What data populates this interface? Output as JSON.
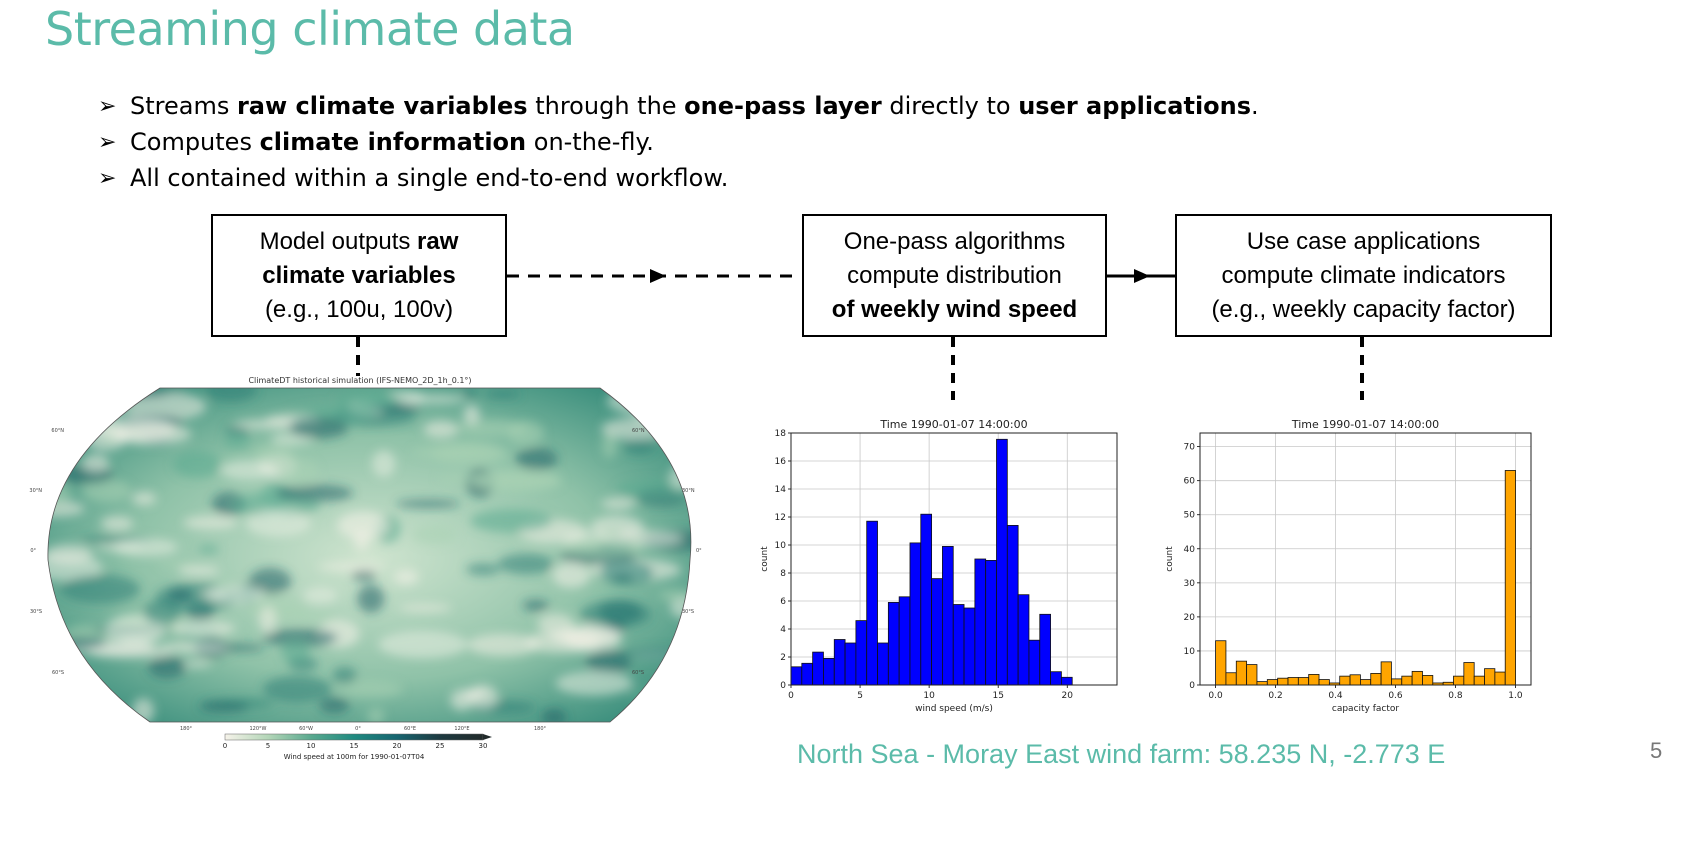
{
  "slide": {
    "title": "Streaming climate data",
    "page_number": "5",
    "accent_color": "#5bbba9",
    "bullets": [
      {
        "icon": "arrow-bullet-icon",
        "segments": [
          {
            "text": "Streams ",
            "bold": false
          },
          {
            "text": "raw climate variables",
            "bold": true
          },
          {
            "text": " through the ",
            "bold": false
          },
          {
            "text": "one-pass layer",
            "bold": true
          },
          {
            "text": " directly to ",
            "bold": false
          },
          {
            "text": "user applications",
            "bold": true
          },
          {
            "text": ".",
            "bold": false
          }
        ]
      },
      {
        "icon": "arrow-bullet-icon",
        "segments": [
          {
            "text": "Computes ",
            "bold": false
          },
          {
            "text": "climate information",
            "bold": true
          },
          {
            "text": " on-the-fly.",
            "bold": false
          }
        ]
      },
      {
        "icon": "arrow-bullet-icon",
        "segments": [
          {
            "text": "All contained within a single end-to-end workflow.",
            "bold": false
          }
        ]
      }
    ],
    "footer": "North Sea - Moray East wind farm: 58.235 N, -2.773 E"
  },
  "workflow": {
    "boxes": [
      {
        "line1a": "Model outputs ",
        "line1b": "raw",
        "line2": "climate variables",
        "line3": "(e.g., 100u, 100v)"
      },
      {
        "line1": "One-pass algorithms",
        "line2": "compute distribution",
        "line3": "of weekly wind speed"
      },
      {
        "line1": "Use case applications",
        "line2": "compute climate indicators",
        "line3": "(e.g., weekly capacity factor)"
      }
    ]
  },
  "map": {
    "title": "ClimateDT historical simulation (IFS-NEMO_2D_1h_0.1°)",
    "lat_labels": [
      "60°N",
      "30°N",
      "0°",
      "30°S",
      "60°S"
    ],
    "lon_labels": [
      "180°",
      "120°W",
      "60°W",
      "0°",
      "60°E",
      "120°E",
      "180°"
    ],
    "colorbar": {
      "label": "Wind speed at 100m for 1990-01-07T04",
      "ticks": [
        "0",
        "5",
        "10",
        "15",
        "20",
        "25",
        "30"
      ],
      "range": [
        0,
        30
      ],
      "colors": [
        "#f6f3ea",
        "#b4d6b8",
        "#5aa98f",
        "#1f8a80",
        "#176570",
        "#1d3a40",
        "#222b2b"
      ]
    }
  },
  "chart_data": [
    {
      "type": "bar",
      "subtype": "histogram",
      "title": "Time 1990-01-07 14:00:00",
      "xlabel": "wind speed (m/s)",
      "ylabel": "count",
      "bin_start": 0,
      "bin_width": 0.783,
      "values": [
        1.3,
        1.55,
        2.35,
        1.9,
        3.25,
        3.0,
        4.6,
        11.7,
        3.0,
        5.9,
        6.3,
        10.15,
        12.2,
        7.6,
        9.9,
        5.75,
        5.5,
        9.0,
        8.9,
        17.55,
        11.4,
        6.45,
        3.2,
        5.05,
        0.95,
        0.55,
        0,
        0,
        0
      ],
      "xlim": [
        0,
        23.6
      ],
      "ylim": [
        0,
        18
      ],
      "xticks": [
        0,
        5,
        10,
        15,
        20
      ],
      "yticks": [
        0,
        2,
        4,
        6,
        8,
        10,
        12,
        14,
        16,
        18
      ],
      "color": "#0000ff",
      "grid": true
    },
    {
      "type": "bar",
      "subtype": "histogram",
      "title": "Time 1990-01-07 14:00:00",
      "xlabel": "capacity factor",
      "ylabel": "count",
      "bin_start": 0,
      "bin_width": 0.0345,
      "values": [
        13,
        3.6,
        7,
        6,
        1,
        1.6,
        2,
        2.2,
        2.2,
        3.1,
        1.6,
        0.6,
        2.6,
        3,
        1.6,
        3.4,
        6.8,
        1.8,
        2.6,
        4,
        2.8,
        0.6,
        0.8,
        2.6,
        6.6,
        2.6,
        4.8,
        3.8,
        63
      ],
      "xlim": [
        -0.052,
        1.052
      ],
      "ylim": [
        0,
        74
      ],
      "xticks": [
        0.0,
        0.2,
        0.4,
        0.6,
        0.8,
        1.0
      ],
      "yticks": [
        0,
        10,
        20,
        30,
        40,
        50,
        60,
        70
      ],
      "color": "#ffa500",
      "grid": true
    }
  ]
}
